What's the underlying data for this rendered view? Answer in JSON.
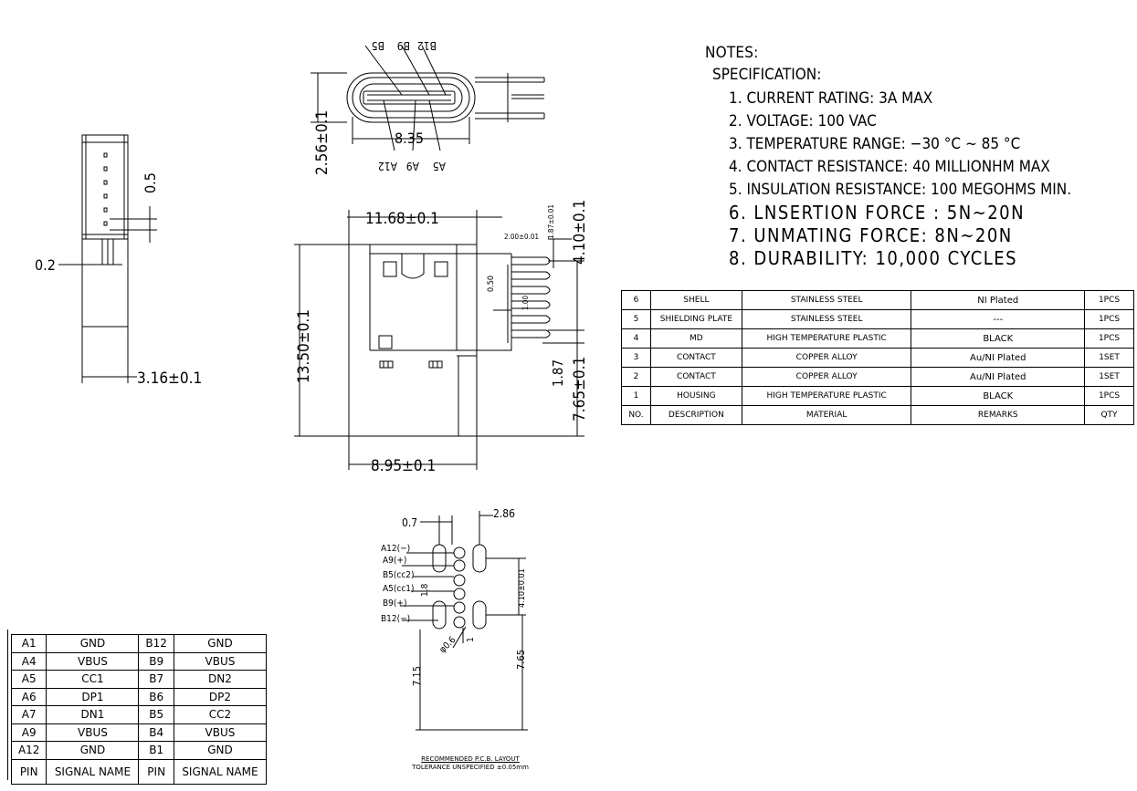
{
  "notes": {
    "title": "NOTES:",
    "subtitle": "SPECIFICATION:",
    "items": [
      "1. CURRENT RATING: 3A MAX",
      "2. VOLTAGE: 100 VAC",
      "3. TEMPERATURE RANGE: −30 °C ~ 85 °C",
      "4. CONTACT RESISTANCE: 40 MILLIONHM MAX",
      "5. INSULATION RESISTANCE: 100 MEGOHMS MIN.",
      "6. LNSERTION FORCE : 5N~20N",
      "7. UNMATING FORCE: 8N~20N",
      "8. DURABILITY:   10,000 CYCLES"
    ]
  },
  "bom": {
    "rows": [
      {
        "no": "6",
        "desc": "SHELL",
        "material": "STAINLESS STEEL",
        "remarks": "NI Plated",
        "qty": "1PCS"
      },
      {
        "no": "5",
        "desc": "SHIELDING PLATE",
        "material": "STAINLESS STEEL",
        "remarks": "---",
        "qty": "1PCS"
      },
      {
        "no": "4",
        "desc": "MD",
        "material": "HIGH TEMPERATURE PLASTIC",
        "remarks": "BLACK",
        "qty": "1PCS"
      },
      {
        "no": "3",
        "desc": "CONTACT",
        "material": "COPPER ALLOY",
        "remarks": "Au/NI Plated",
        "qty": "1SET"
      },
      {
        "no": "2",
        "desc": "CONTACT",
        "material": "COPPER ALLOY",
        "remarks": "Au/NI Plated",
        "qty": "1SET"
      },
      {
        "no": "1",
        "desc": "HOUSING",
        "material": "HIGH TEMPERATURE PLASTIC",
        "remarks": "BLACK",
        "qty": "1PCS"
      }
    ],
    "header": {
      "no": "NO.",
      "desc": "DESCRIPTION",
      "material": "MATERIAL",
      "remarks": "REMARKS",
      "qty": "QTY"
    }
  },
  "pins": {
    "rows": [
      [
        "A1",
        "GND",
        "B12",
        "GND"
      ],
      [
        "A4",
        "VBUS",
        "B9",
        "VBUS"
      ],
      [
        "A5",
        "CC1",
        "B7",
        "DN2"
      ],
      [
        "A6",
        "DP1",
        "B6",
        "DP2"
      ],
      [
        "A7",
        "DN1",
        "B5",
        "CC2"
      ],
      [
        "A9",
        "VBUS",
        "B4",
        "VBUS"
      ],
      [
        "A12",
        "GND",
        "B1",
        "GND"
      ]
    ],
    "header": [
      "PIN",
      "SIGNAL NAME",
      "PIN",
      "SIGNAL NAME"
    ]
  },
  "dims": {
    "side_pitch": "0.5",
    "side_pin": "0.2",
    "side_depth": "3.16±0.1",
    "front_width": "8.35",
    "front_height": "2.56±0.1",
    "front_top_labels": [
      "B5",
      "B9",
      "B12"
    ],
    "front_bottom_labels": [
      "A12",
      "A9",
      "A5"
    ],
    "main_width": "11.68±0.1",
    "main_height": "13.50±0.1",
    "main_bottom": "8.95±0.1",
    "main_r1": "4.10±0.1",
    "main_r2": "7.65±0.1",
    "main_r3": "1.87",
    "main_small1": "2.00±0.01",
    "main_small2": "1.87±0.01",
    "main_small3": "0.50",
    "main_small4": "1.00",
    "pcb_07": "0.7",
    "pcb_286": "2.86",
    "pcb_410": "4.10±0.01",
    "pcb_18": "1.8",
    "pcb_06": "φ0.6",
    "pcb_1": "1",
    "pcb_715": "7.15",
    "pcb_765": "7.65",
    "pcb_labels": [
      "A12(−)",
      "A9(+)",
      "B5(cc2)",
      "A5(cc1)",
      "B9(+)",
      "B12(−)"
    ]
  },
  "pcb_note": {
    "line1": "RECOMMENDED  P.C.B.  LAYOUT",
    "line2": "TOLERANCE UNSPECIFIED ±0.05mm"
  }
}
